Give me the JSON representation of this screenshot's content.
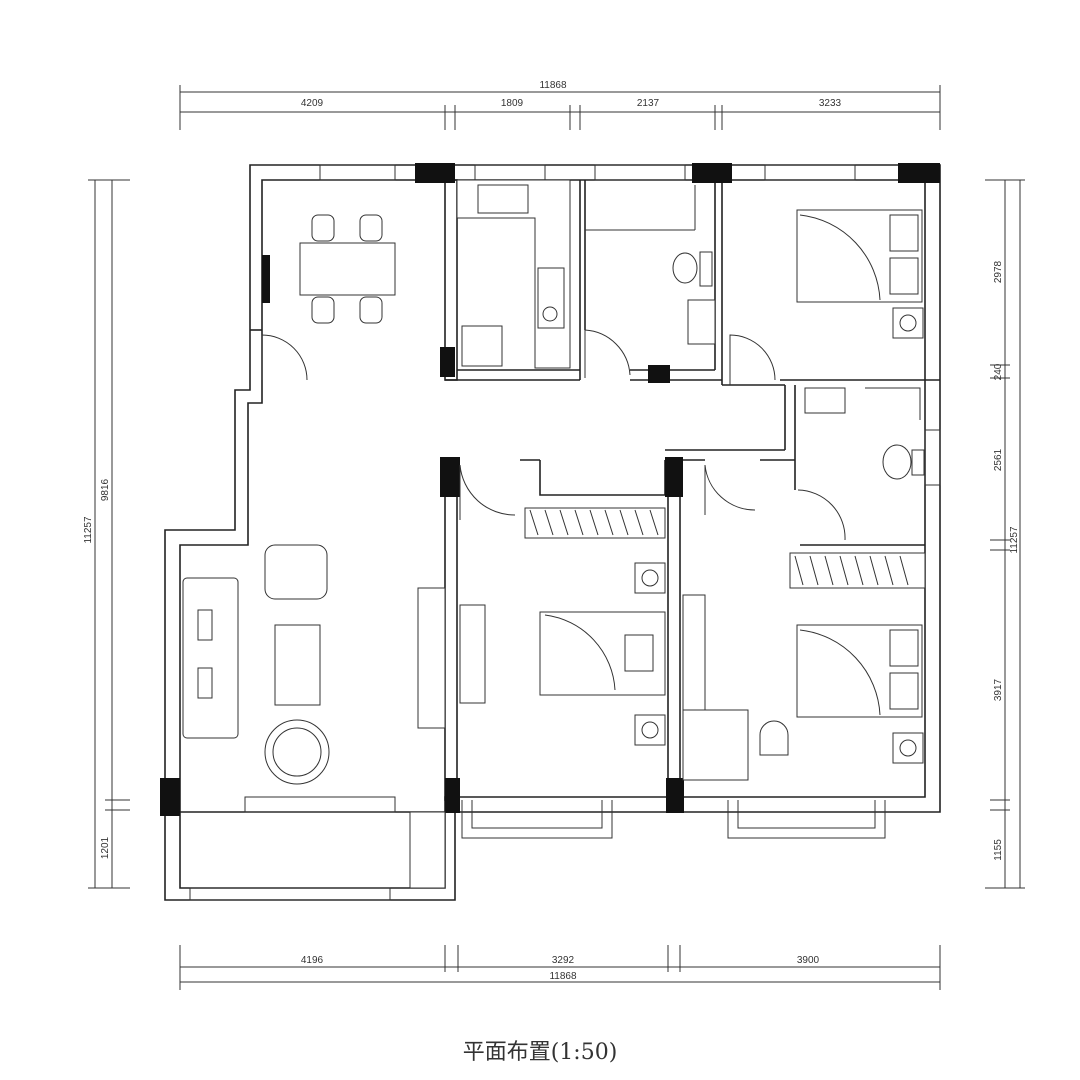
{
  "title": "平面布置(1:50)",
  "dimensions": {
    "top_total": "11868",
    "top_segments": [
      "4209",
      "1809",
      "2137",
      "3233"
    ],
    "bottom_total": "11868",
    "bottom_segments": [
      "4196",
      "3292",
      "3900"
    ],
    "left_total": "11257",
    "left_segments": [
      "9816",
      "1201"
    ],
    "right_total": "11257",
    "right_segments": [
      "2978",
      "240",
      "2561",
      "3917",
      "1155"
    ]
  }
}
